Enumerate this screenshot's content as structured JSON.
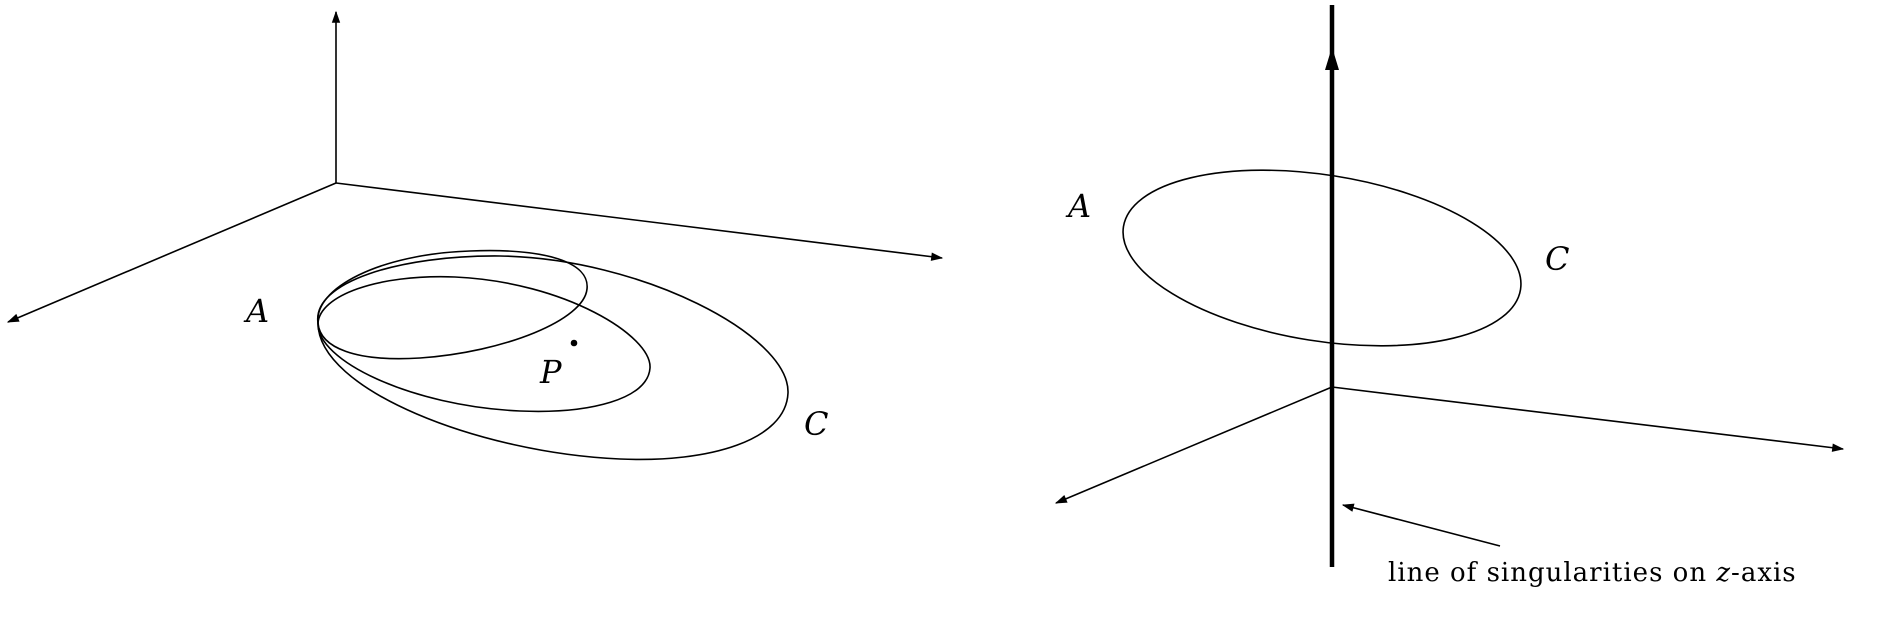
{
  "left_diagram": {
    "labels": {
      "a": "A",
      "p": "P",
      "c": "C"
    }
  },
  "right_diagram": {
    "labels": {
      "a": "A",
      "c": "C"
    },
    "caption": {
      "before": "line of singularities on ",
      "variable": "z",
      "after": "-axis"
    }
  }
}
